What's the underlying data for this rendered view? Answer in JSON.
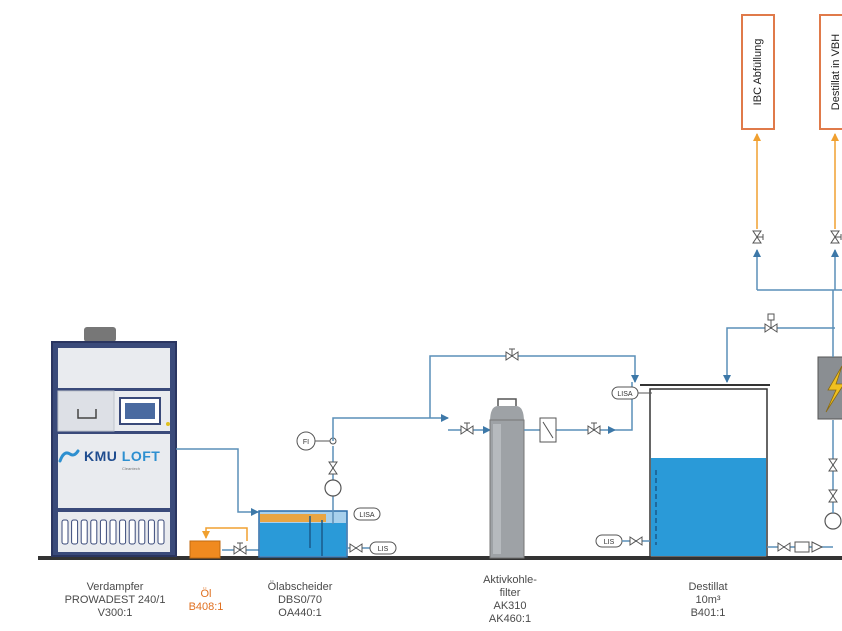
{
  "labels": {
    "verdampfer": [
      "Verdampfer",
      "PROWADEST 240/1",
      "V300:1"
    ],
    "oel": [
      "Öl",
      "B408:1"
    ],
    "oelabscheider": [
      "Ölabscheider",
      "DBS0/70",
      "OA440:1"
    ],
    "aktivkohlefilter": [
      "Aktivkohle-",
      "filter",
      "AK310",
      "AK460:1"
    ],
    "destillat": [
      "Destillat",
      "10m³",
      "B401:1"
    ]
  },
  "targets": {
    "ibc": "IBC Abfüllung",
    "vbh": "Destillat in VBH"
  },
  "logo": {
    "brand_main": "KMU ",
    "brand_accent": "LOFT",
    "sub": "Cleantech"
  },
  "instrument_tags": {
    "fi": "FI",
    "lisa_separator": "LISA",
    "lis_separator": "LIS",
    "lisa_tank": "LISA",
    "lis_tank": "LIS"
  },
  "colors": {
    "pipe": "#5a8fb8",
    "orange_line": "#f0a030",
    "water": "#2a9ad8",
    "floor": "#333333",
    "target_border": "#e07a4a",
    "oil_label": "#e07020"
  }
}
